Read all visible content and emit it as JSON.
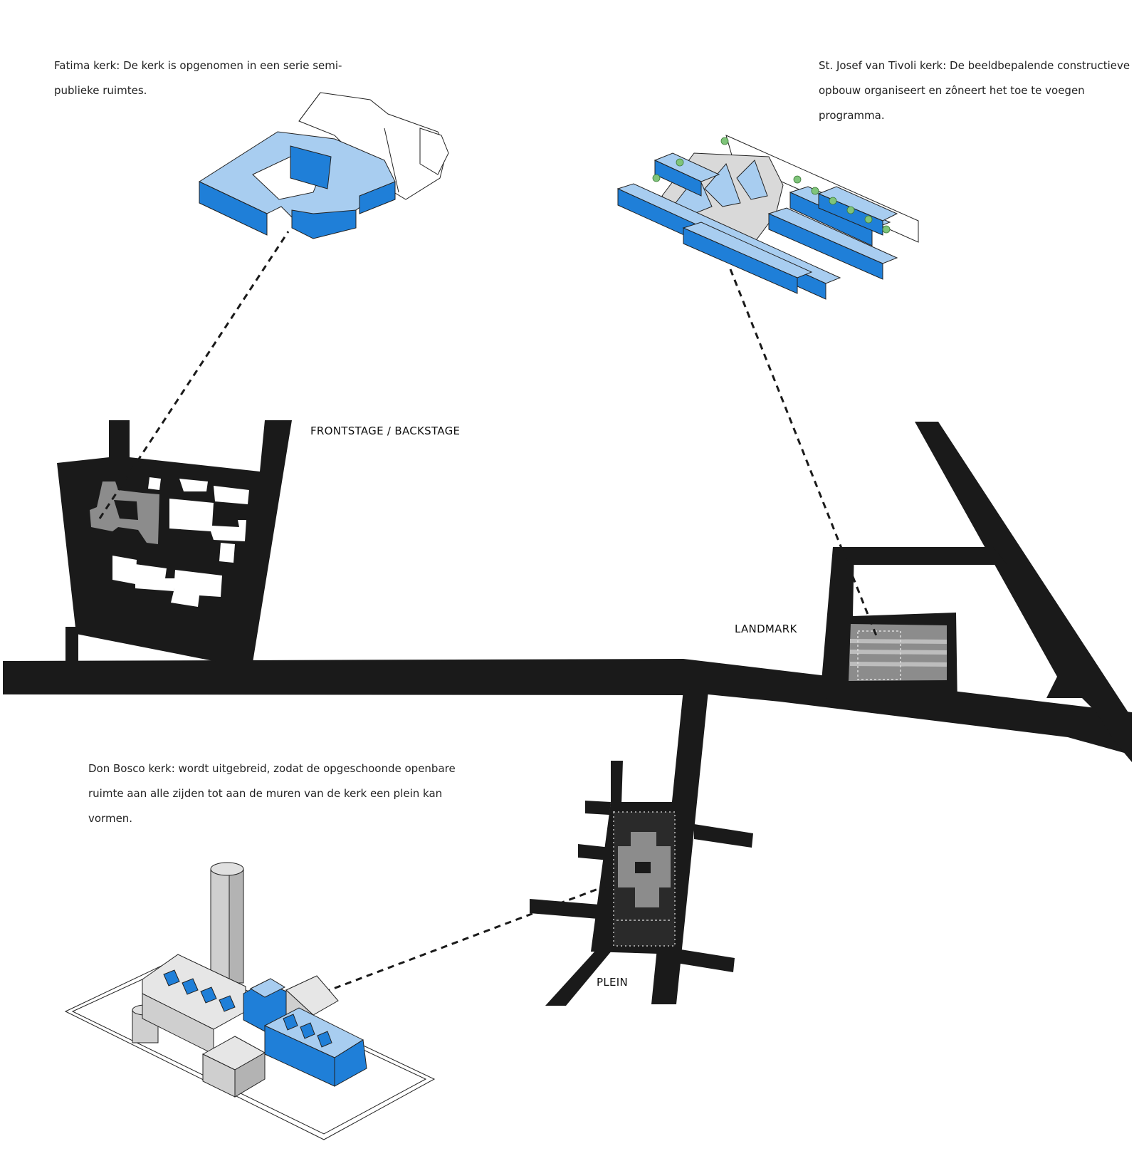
{
  "descriptions": {
    "fatima": {
      "lines": [
        "Fatima kerk: De kerk is opgenomen in een serie semi-",
        "publieke ruimtes."
      ]
    },
    "st_josef": {
      "lines": [
        "St. Josef van Tivoli kerk: De beeldbepalende constructieve",
        "opbouw organiseert en zôneert het toe te voegen",
        "programma."
      ]
    },
    "don_bosco": {
      "lines": [
        "Don Bosco kerk: wordt uitgebreid, zodat de opgeschoonde openbare",
        "ruimte aan alle zijden tot aan de muren van de kerk een plein kan",
        "vormen."
      ]
    }
  },
  "map_labels": {
    "frontstage": "FRONTSTAGE / BACKSTAGE",
    "landmark": "LANDMARK",
    "plein": "PLEIN"
  },
  "colors": {
    "street": "#1a1a1a",
    "accent_blue": "#1f7fd8",
    "light_blue": "#a8cdf0",
    "church_plan_grey": "#8c8c8c",
    "model_grey": "#cfcfcf"
  }
}
